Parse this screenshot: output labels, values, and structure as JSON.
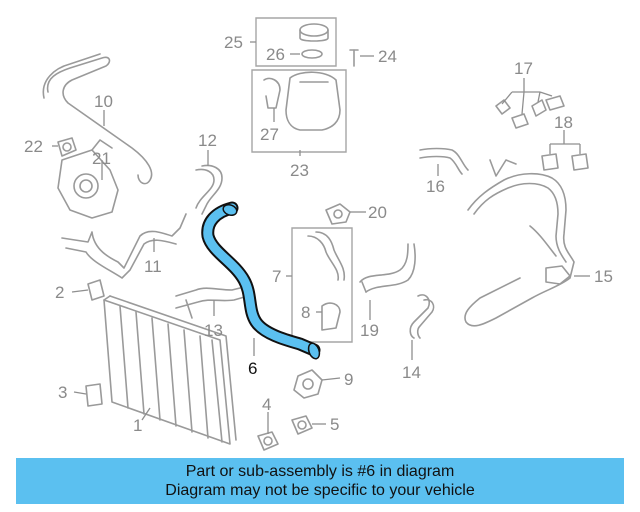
{
  "diagram": {
    "callouts": [
      "1",
      "2",
      "3",
      "4",
      "5",
      "6",
      "7",
      "8",
      "9",
      "10",
      "11",
      "12",
      "13",
      "14",
      "15",
      "16",
      "17",
      "18",
      "19",
      "20",
      "21",
      "22",
      "23",
      "24",
      "25",
      "26",
      "27"
    ],
    "highlighted_part": "6",
    "highlight_color": "#5bc0f0",
    "line_color": "#9a9a9a"
  },
  "banner": {
    "line1": "Part or sub-assembly is #6 in diagram",
    "line2": "Diagram may not be specific to your vehicle",
    "background": "#5bc0f0"
  }
}
